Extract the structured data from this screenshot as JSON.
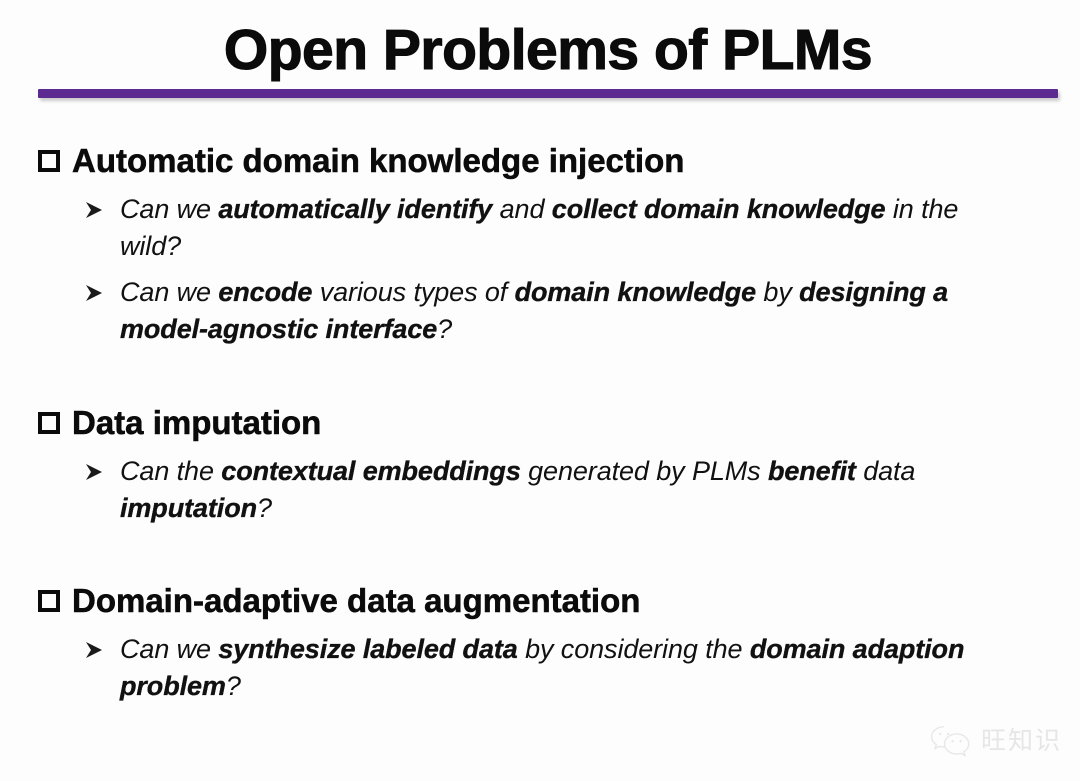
{
  "slide": {
    "title": "Open Problems of PLMs",
    "rule_color": "#5c2a90",
    "background_color": "#fdfdfd",
    "text_color": "#0b0b0b"
  },
  "sections": [
    {
      "heading": "Automatic domain knowledge injection",
      "bullet_icon": "hollow-square-bullet",
      "items": [
        {
          "arrow_icon": "arrowhead-bullet",
          "runs": [
            {
              "text": "Can we ",
              "bold": false
            },
            {
              "text": "automatically identify",
              "bold": true
            },
            {
              "text": " and ",
              "bold": false
            },
            {
              "text": "collect domain knowledge",
              "bold": true
            },
            {
              "text": " in the wild?",
              "bold": false
            }
          ]
        },
        {
          "arrow_icon": "arrowhead-bullet",
          "runs": [
            {
              "text": "Can we ",
              "bold": false
            },
            {
              "text": "encode",
              "bold": true
            },
            {
              "text": " various types of ",
              "bold": false
            },
            {
              "text": "domain knowledge",
              "bold": true
            },
            {
              "text": " by ",
              "bold": false
            },
            {
              "text": "designing a model-agnostic interface",
              "bold": true
            },
            {
              "text": "?",
              "bold": false
            }
          ]
        }
      ]
    },
    {
      "heading": "Data imputation",
      "bullet_icon": "hollow-square-bullet",
      "items": [
        {
          "arrow_icon": "arrowhead-bullet",
          "runs": [
            {
              "text": "Can the ",
              "bold": false
            },
            {
              "text": "contextual embeddings",
              "bold": true
            },
            {
              "text": " generated by PLMs ",
              "bold": false
            },
            {
              "text": "benefit",
              "bold": true
            },
            {
              "text": " data ",
              "bold": false
            },
            {
              "text": "imputation",
              "bold": true
            },
            {
              "text": "?",
              "bold": false
            }
          ]
        }
      ]
    },
    {
      "heading": "Domain-adaptive data augmentation",
      "bullet_icon": "hollow-square-bullet",
      "items": [
        {
          "arrow_icon": "arrowhead-bullet",
          "runs": [
            {
              "text": "Can we ",
              "bold": false
            },
            {
              "text": "synthesize labeled data",
              "bold": true
            },
            {
              "text": " by considering the ",
              "bold": false
            },
            {
              "text": "domain adaption problem",
              "bold": true
            },
            {
              "text": "?",
              "bold": false
            }
          ]
        }
      ]
    }
  ],
  "watermark": {
    "icon": "wechat-logo-icon",
    "text": "旺知识",
    "color": "#dedede"
  }
}
